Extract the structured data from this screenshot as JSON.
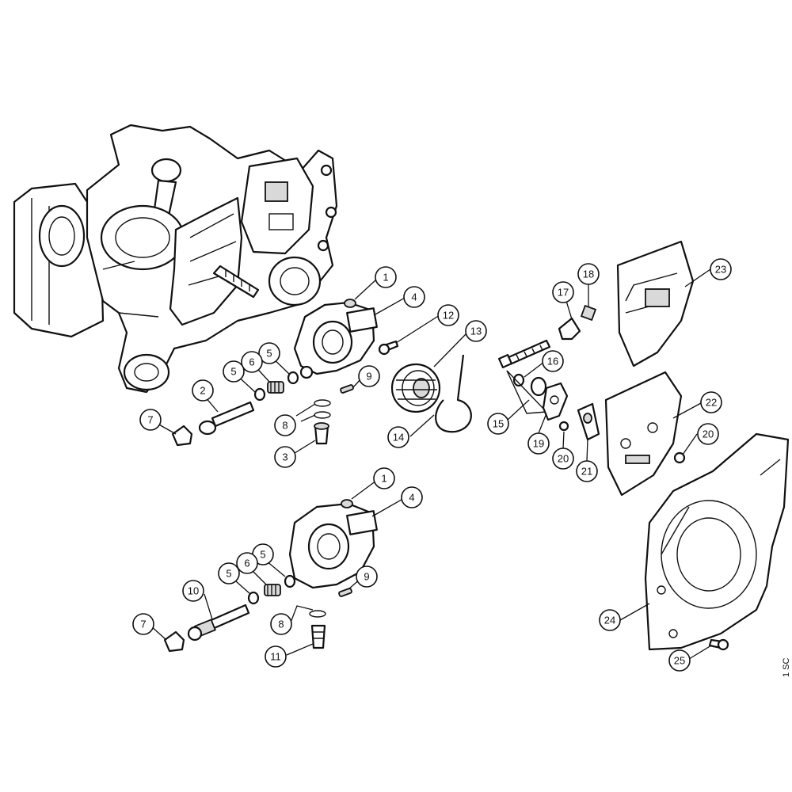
{
  "diagram_code": "1 SC",
  "callouts": [
    "1",
    "2",
    "3",
    "4",
    "5",
    "6",
    "7",
    "8",
    "9",
    "10",
    "11",
    "12",
    "13",
    "14",
    "15",
    "16",
    "17",
    "18",
    "19",
    "20",
    "21",
    "22",
    "23",
    "24",
    "25"
  ]
}
